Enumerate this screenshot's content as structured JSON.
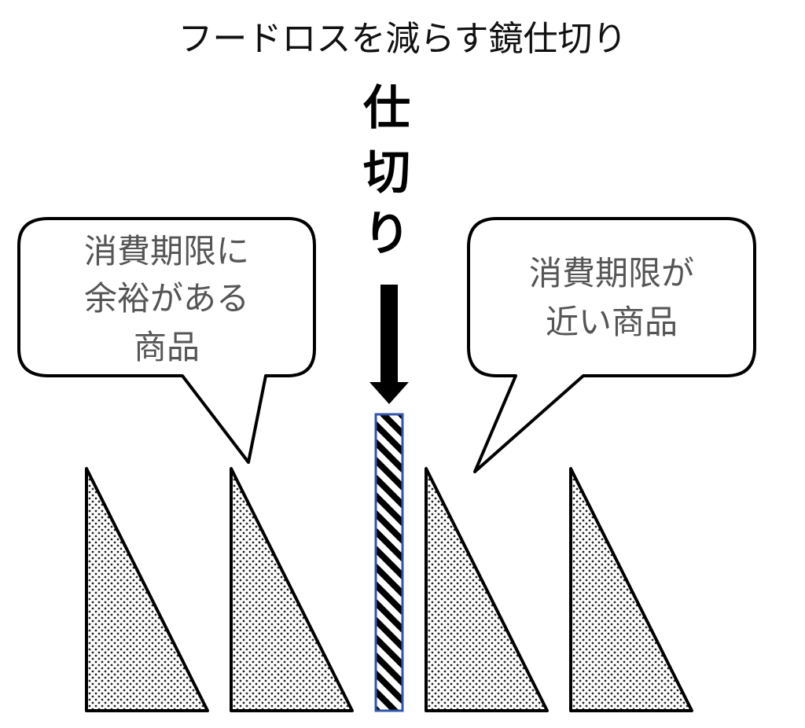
{
  "title": "フードロスを減らす鏡仕切り",
  "partition": {
    "label_lines": [
      "仕",
      "切",
      "り"
    ]
  },
  "bubble_left": {
    "lines": [
      "消費期限に",
      "余裕がある",
      "商品"
    ]
  },
  "bubble_right": {
    "lines": [
      "消費期限が",
      "近い商品"
    ]
  },
  "colors": {
    "outline": "#000000",
    "partition_border": "#3355aa",
    "bubble_text": "#555555",
    "title_text": "#111111"
  }
}
